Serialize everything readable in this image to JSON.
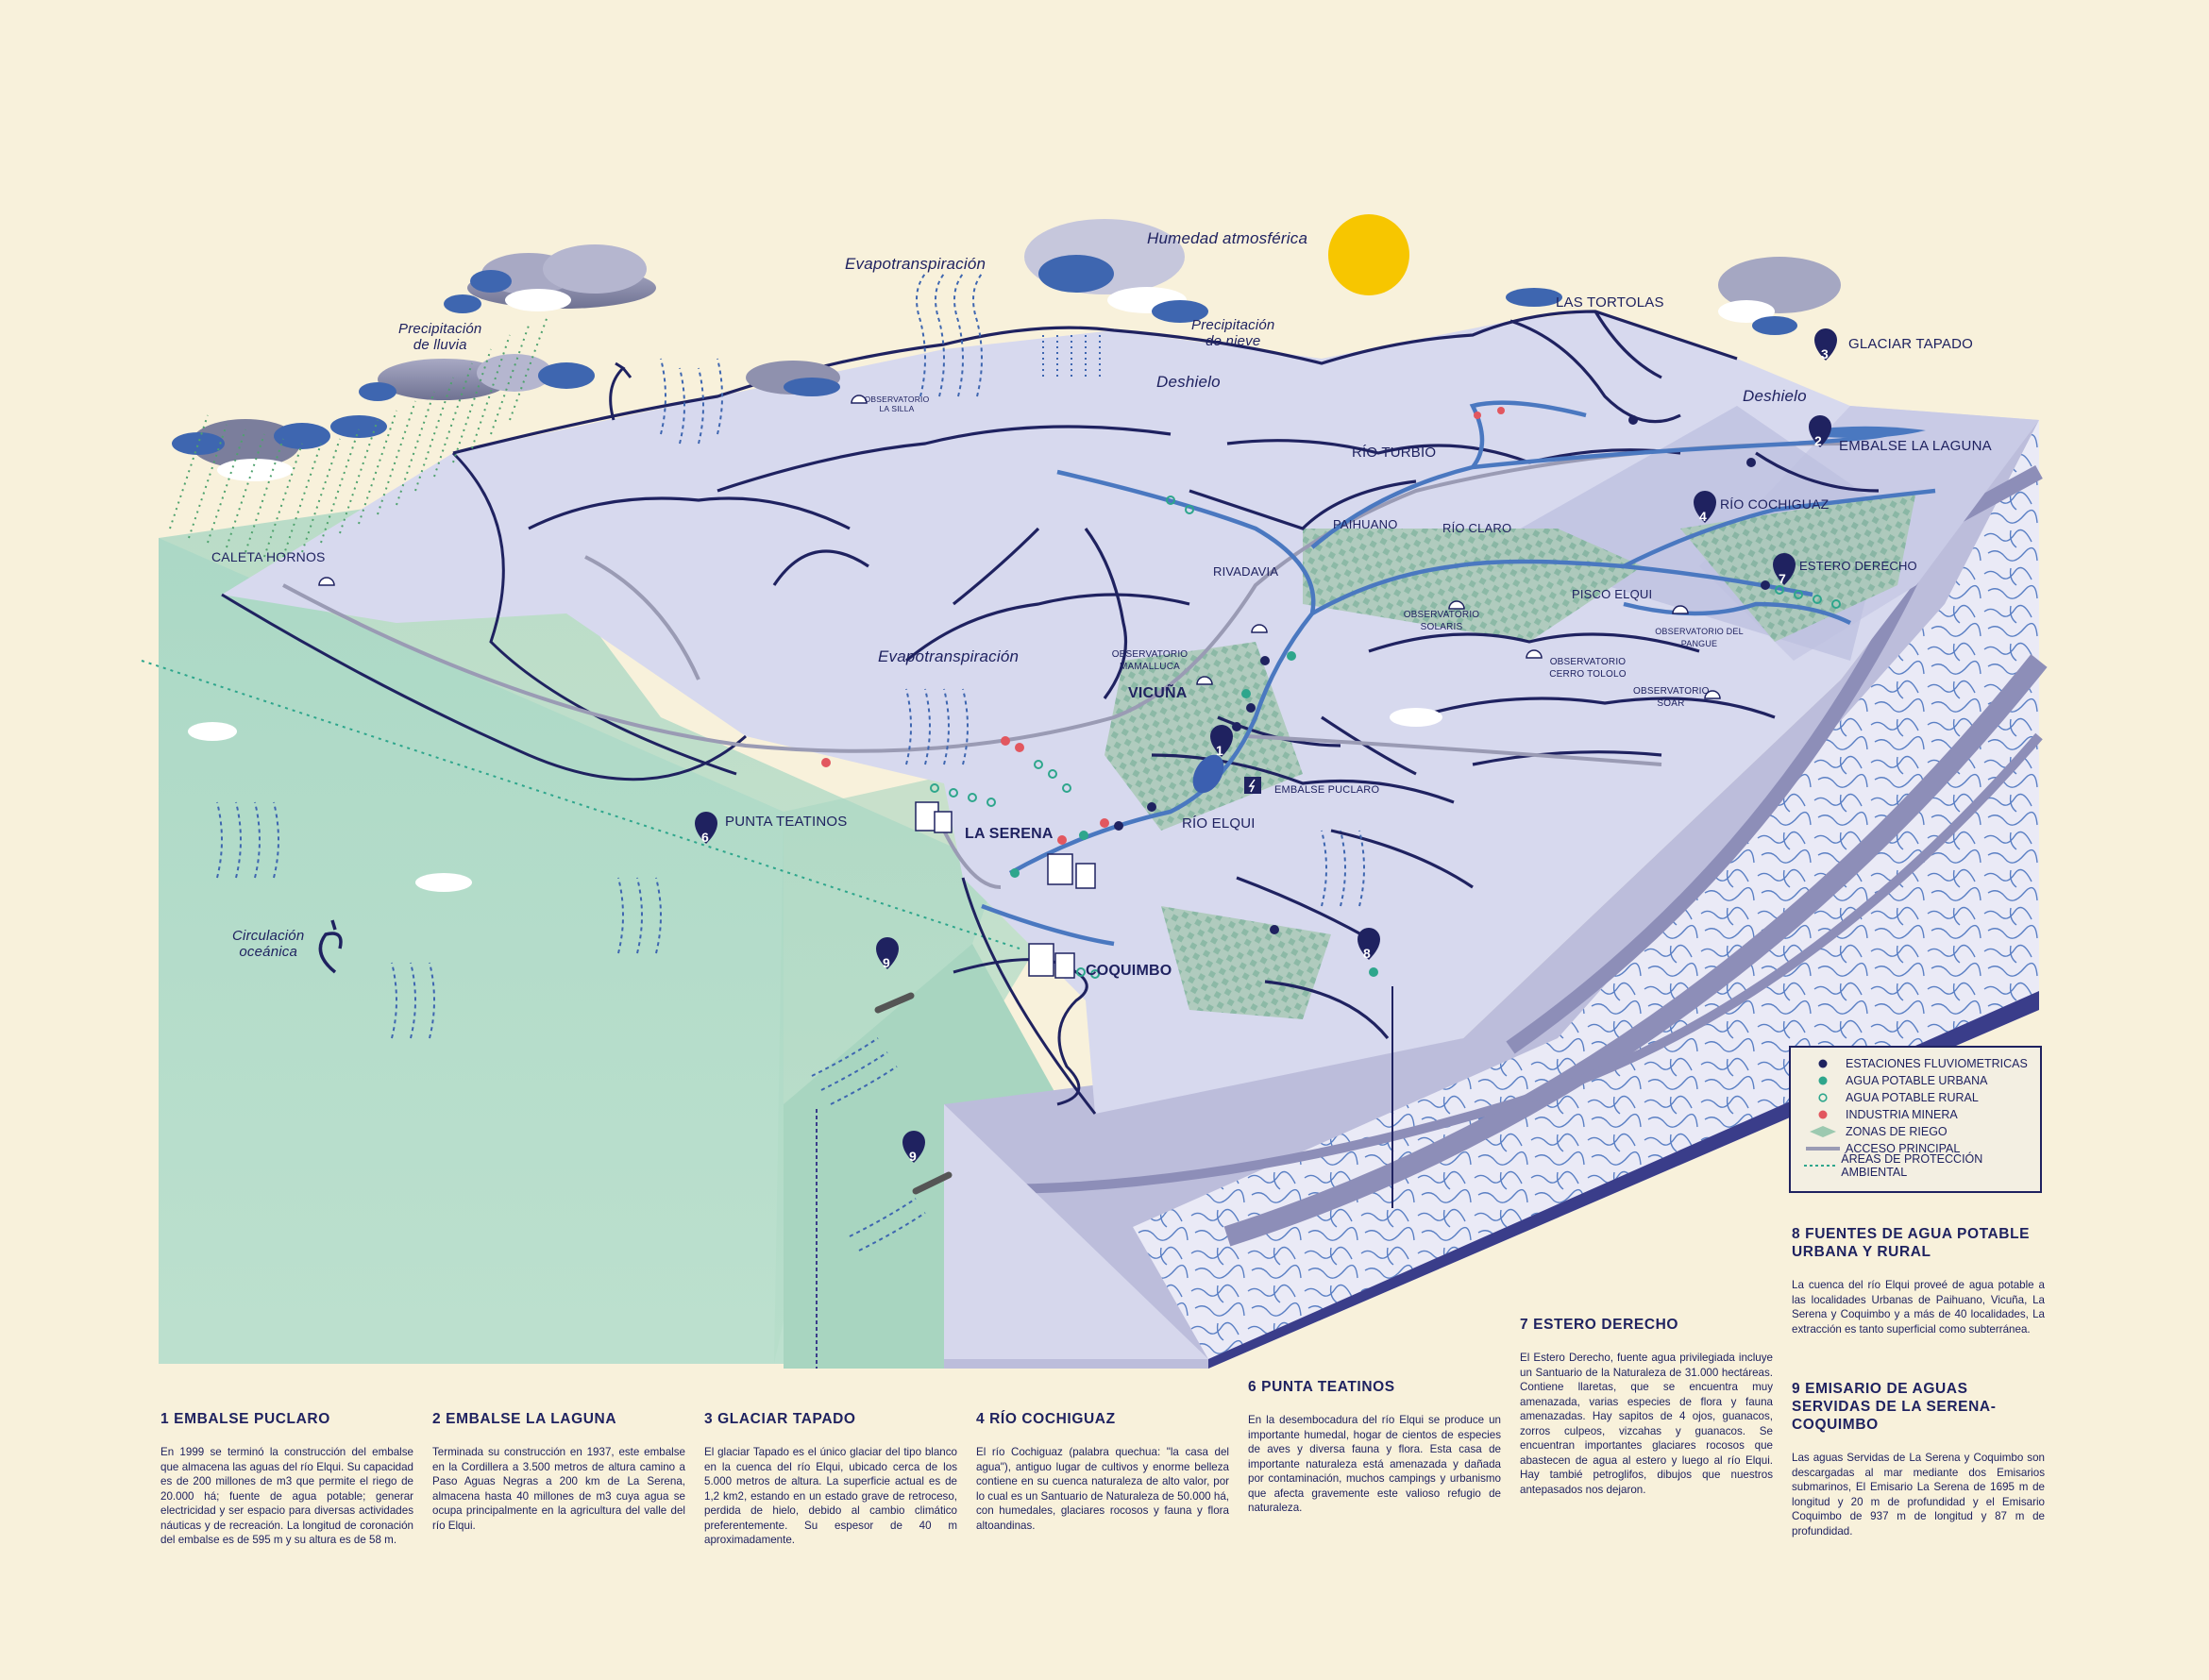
{
  "labels": {
    "humedad": "Humedad atmosférica",
    "evapo_top": "Evapotranspiración",
    "precip_lluvia": "Precipitación\nde lluvia",
    "precip_nieve": "Precipitación\nde nieve",
    "deshielo_1": "Deshielo",
    "deshielo_2": "Deshielo",
    "las_tortolas": "LAS TORTOLAS",
    "glaciar_tapado": "GLACIAR TAPADO",
    "embalse_laguna": "EMBALSE LA LAGUNA",
    "rio_turbio": "RÍO TURBIO",
    "rio_cochiguaz": "RÍO COCHIGUAZ",
    "estero_derecho": "ESTERO DERECHO",
    "paihuano": "PAIHUANO",
    "rio_claro": "RÍO CLARO",
    "pisco_elqui": "PISCO ELQUI",
    "rivadavia": "RIVADAVIA",
    "obs_silla": "OBSERVATORIO\nLA SILLA",
    "obs_solaris": "OBSERVATORIO\nSOLARIS",
    "obs_pangue": "OBSERVATORIO DEL\nPANGUE",
    "obs_tololo": "OBSERVATORIO\nCERRO TOLOLO",
    "obs_soar": "OBSERVATORIO\nSOAR",
    "obs_mamalluca": "OBSERVATORIO\nMAMALLUCA",
    "vicuna": "VICUÑA",
    "evapo_mid": "Evapotranspiración",
    "caleta_hornos": "CALETA HORNOS",
    "embalse_puclaro": "EMBALSE PUCLARO",
    "rio_elqui": "RÍO ELQUI",
    "punta_teatinos": "PUNTA TEATINOS",
    "la_serena": "LA SERENA",
    "coquimbo": "COQUIMBO",
    "circulacion": "Circulación\noceánica"
  },
  "markers": {
    "m1": "1",
    "m2": "2",
    "m3": "3",
    "m4": "4",
    "m6": "6",
    "m7": "7",
    "m8": "8",
    "m9a": "9",
    "m9b": "9"
  },
  "legend": [
    {
      "symbol": "dot-navy",
      "label": "ESTACIONES FLUVIOMETRICAS"
    },
    {
      "symbol": "dot-teal",
      "label": "AGUA POTABLE URBANA"
    },
    {
      "symbol": "ring-teal",
      "label": "AGUA POTABLE RURAL"
    },
    {
      "symbol": "dot-red",
      "label": "INDUSTRIA MINERA"
    },
    {
      "symbol": "diamond-green",
      "label": "ZONAS DE RIEGO"
    },
    {
      "symbol": "line-gray",
      "label": "ACCESO PRINCIPAL"
    },
    {
      "symbol": "dashed-green",
      "label": "ÁREAS DE PROTECCIÓN AMBIENTAL"
    }
  ],
  "colors": {
    "background": "#f8f1db",
    "navy": "#1f2260",
    "river": "#4a78c0",
    "land": "#d9dbef",
    "sea": "#a8d5c0",
    "teal": "#2ea68c",
    "red": "#e2575f",
    "sun": "#f7c600"
  },
  "texts": {
    "t1": {
      "title": "1  EMBALSE PUCLARO",
      "body": "En 1999 se terminó la construcción del embalse que almacena las aguas del río Elqui. Su capacidad es de 200 millones de m3 que permite el riego de 20.000 há; fuente de agua potable; generar electricidad y ser espacio para diversas actividades náuticas y de recreación. La longitud de coronación del embalse es de 595 m y su altura es de 58 m."
    },
    "t2": {
      "title": "2  EMBALSE LA LAGUNA",
      "body": "Terminada su construcción en 1937, este embalse en la Cordillera a 3.500 metros de altura camino a Paso Aguas Negras a 200 km de La Serena, almacena hasta 40 millones de m3 cuya agua se ocupa principalmente en la agricultura del valle del río Elqui."
    },
    "t3": {
      "title": "3  GLACIAR TAPADO",
      "body": "El glaciar Tapado es el único glaciar del tipo blanco en la cuenca del río Elqui, ubicado cerca de los 5.000 metros de altura. La superficie actual es de 1,2 km2, estando en un estado grave de retroceso, perdida de hielo, debido al cambio climático preferentemente. Su espesor de 40 m aproximadamente."
    },
    "t4": {
      "title": "4  RÍO COCHIGUAZ",
      "body": "El río Cochiguaz (palabra quechua: \"la casa del agua\"), antiguo lugar de cultivos y enorme belleza contiene en su cuenca naturaleza de alto valor, por lo cual es un Santuario de Naturaleza de 50.000 há, con humedales, glaciares rocosos y fauna y flora altoandinas."
    },
    "t6": {
      "title": "6  PUNTA TEATINOS",
      "body": "En la desembocadura del río Elqui se produce un importante humedal, hogar de cientos de especies de aves y diversa fauna y flora. Esta casa de importante naturaleza está amenazada y dañada por contaminación, muchos campings y urbanismo que afecta gravemente este valioso refugio de naturaleza."
    },
    "t7": {
      "title": "7  ESTERO DERECHO",
      "body": "El Estero Derecho, fuente agua privilegiada incluye un Santuario de la Naturaleza de 31.000 hectáreas. Contiene llaretas, que se encuentra muy amenazada, varias especies de flora y fauna amenazadas. Hay sapitos de 4 ojos, guanacos, zorros culpeos, vizcahas y guanacos. Se encuentran importantes glaciares rocosos que abastecen de agua al estero y luego al río Elqui. Hay tambié petroglifos, dibujos que nuestros antepasados nos dejaron."
    },
    "t8": {
      "title": "8  FUENTES DE AGUA POTABLE URBANA Y RURAL",
      "body": "La cuenca del río Elqui proveé de agua potable a las localidades Urbanas de Paihuano, Vicuña, La Serena y Coquimbo y a más de 40 localidades, La extracción es tanto superficial como subterránea."
    },
    "t9": {
      "title": "9 EMISARIO DE AGUAS SERVIDAS DE LA SERENA-COQUIMBO",
      "body": "Las aguas Servidas de La Serena y Coquimbo son descargadas al mar mediante dos Emisarios submarinos, El Emisario La Serena de 1695 m de longitud y 20 m de profundidad y el Emisario Coquimbo de 937 m de longitud y 87 m de profundidad."
    }
  }
}
